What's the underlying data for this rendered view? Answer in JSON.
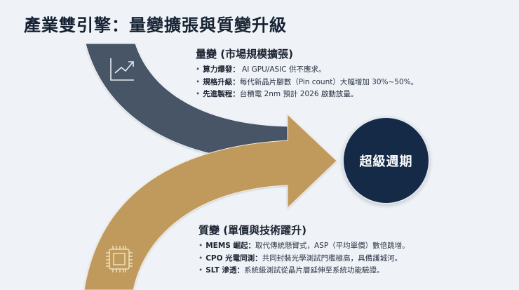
{
  "title": "產業雙引擎：量變擴張與質變升級",
  "colors": {
    "background": "#eff3f8",
    "quant_arrow": "#465466",
    "qual_arrow": "#bf9a5b",
    "circle": "#142a46",
    "text_dark": "#1b2330"
  },
  "icons": {
    "quant": "chart-trend-up-icon",
    "qual": "cpu-chip-icon"
  },
  "quantitative": {
    "heading": "量變 (市場規模擴張)",
    "items": [
      {
        "label": "算力爆發：",
        "text": " AI GPU/ASIC 供不應求。"
      },
      {
        "label": "規格升級：",
        "text": "每代新晶片腳數（Pin count）大幅增加 30%~50%。"
      },
      {
        "label": "先進製程：",
        "text": "台積電 2nm 預計 2026 啟動放量。"
      }
    ]
  },
  "qualitative": {
    "heading": "質變 (單價與技術躍升)",
    "items": [
      {
        "label": "MEMS 崛起：",
        "text": "取代傳統懸臂式，ASP（平均單價）數倍跳增。"
      },
      {
        "label": "CPO 光電同測：",
        "text": "共同封裝光學測試門檻極高，具備護城河。"
      },
      {
        "label": "SLT 滲透：",
        "text": "系統級測試從晶片層延伸至系統功能驗證。"
      }
    ]
  },
  "result": {
    "label": "超級週期"
  }
}
